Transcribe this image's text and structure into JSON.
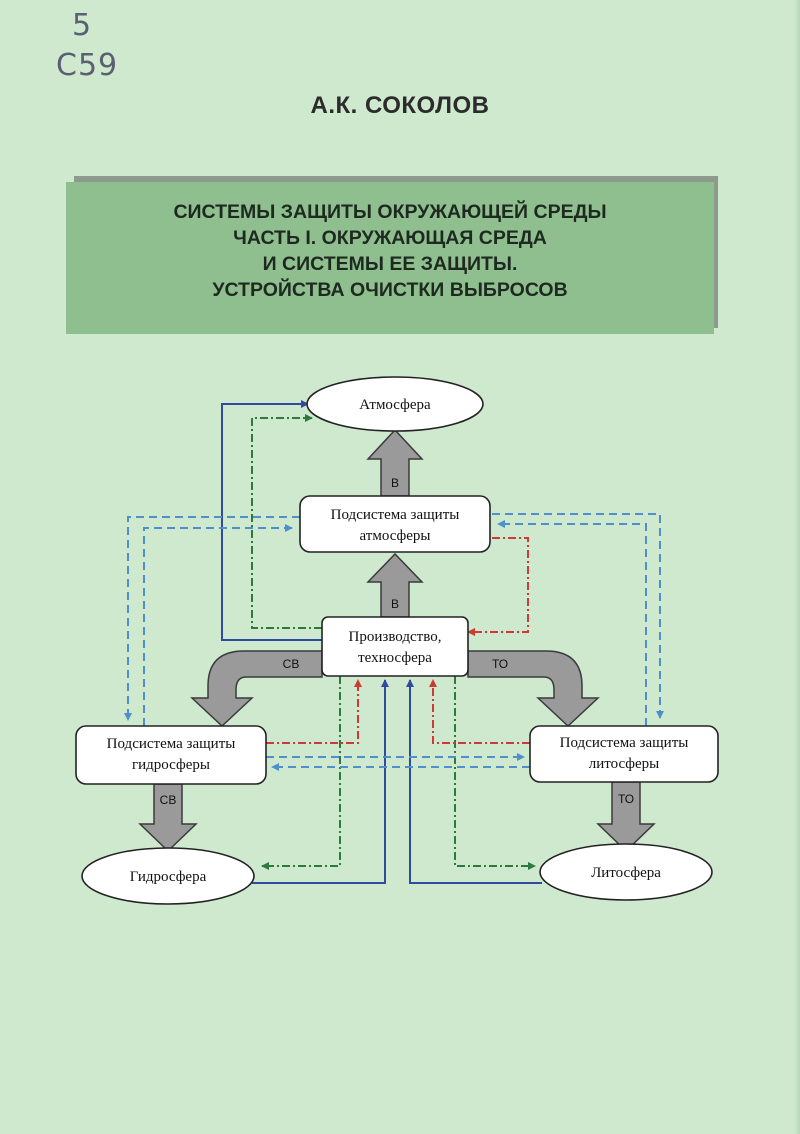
{
  "handwriting": {
    "line1": "5",
    "line2": "C59"
  },
  "author": "А.К. СОКОЛОВ",
  "title_lines": [
    "СИСТЕМЫ ЗАЩИТЫ ОКРУЖАЮЩЕЙ СРЕДЫ",
    "ЧАСТЬ I. ОКРУЖАЮЩАЯ СРЕДА",
    "И СИСТЕМЫ ЕЕ ЗАЩИТЫ.",
    "УСТРОЙСТВА ОЧИСТКИ ВЫБРОСОВ"
  ],
  "diagram": {
    "nodes": {
      "atmosphere": "Атмосфера",
      "atm_subsystem_1": "Подсистема защиты",
      "atm_subsystem_2": "атмосферы",
      "production_1": "Производство,",
      "production_2": "техносфера",
      "hydro_subsystem_1": "Подсистема защиты",
      "hydro_subsystem_2": "гидросферы",
      "litho_subsystem_1": "Подсистема защиты",
      "litho_subsystem_2": "литосферы",
      "hydrosphere": "Гидросфера",
      "lithosphere": "Литосфера"
    },
    "arrow_labels": {
      "to_atmosphere": "В",
      "to_atm_subsystem": "В",
      "to_hydro_subsystem": "СВ",
      "to_litho_subsystem": "ТО",
      "to_hydrosphere": "СВ",
      "to_lithosphere": "ТО"
    },
    "colors": {
      "blue": "#2f4aa0",
      "light_blue": "#4f90cc",
      "red": "#d03a32",
      "green": "#2e7a3e",
      "arrow_fill": "#9a9a9a",
      "box_fill": "#ffffff"
    }
  }
}
